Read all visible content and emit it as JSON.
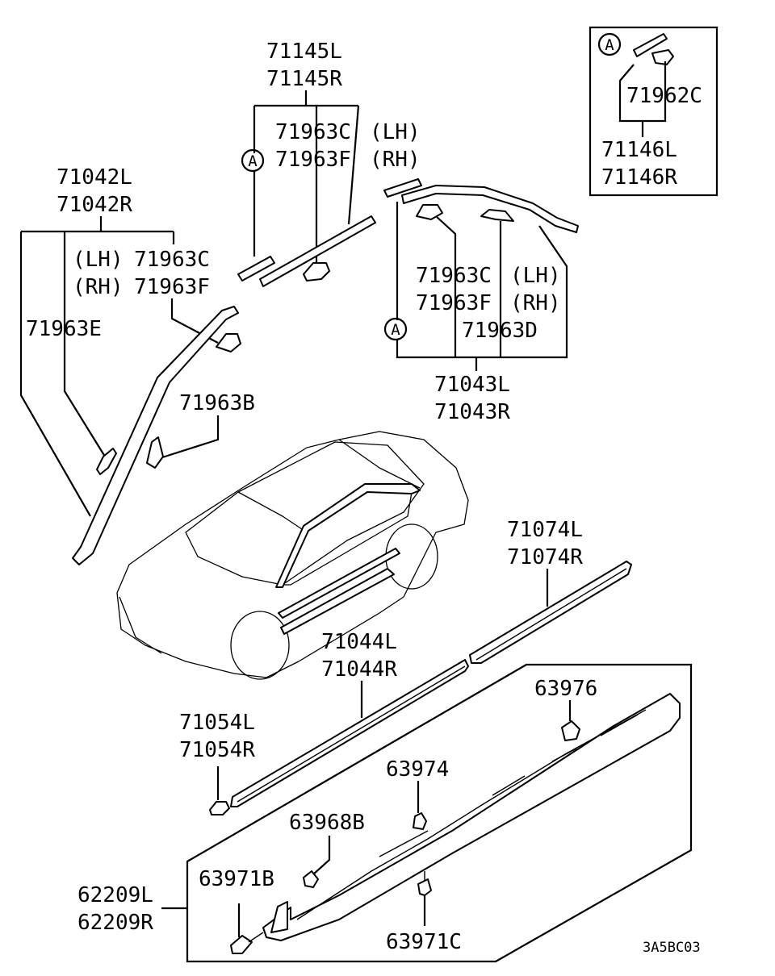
{
  "diagram_code": "3A5BC03",
  "inset": {
    "ref": "A",
    "clip": "71962C",
    "parts": [
      "71146L",
      "71146R"
    ]
  },
  "callouts": {
    "roof_rear": {
      "ref": "A",
      "parts": [
        "71145L",
        "71145R"
      ],
      "clip_lh": "71963C",
      "clip_rh": "71963F",
      "lh": "(LH)",
      "rh": "(RH)"
    },
    "pillar": {
      "parts": [
        "71042L",
        "71042R"
      ],
      "lh": "(LH)",
      "rh": "(RH)",
      "clip_lh": "71963C",
      "clip_rh": "71963F",
      "lower_clip": "71963E",
      "clip_b": "71963B"
    },
    "roof_front": {
      "ref": "A",
      "clip_lh": "71963C",
      "clip_rh": "71963F",
      "lh": "(LH)",
      "rh": "(RH)",
      "clip_d": "71963D",
      "parts": [
        "71043L",
        "71043R"
      ]
    },
    "door_rear": {
      "parts": [
        "71074L",
        "71074R"
      ]
    },
    "door_front": {
      "parts": [
        "71044L",
        "71044R"
      ]
    },
    "end_cap": {
      "parts": [
        "71054L",
        "71054R"
      ]
    },
    "side_sill": {
      "parts": [
        "62209L",
        "62209R"
      ],
      "fasteners": {
        "f1": "63976",
        "f2": "63974",
        "f3": "63968B",
        "f4": "63971B",
        "f5": "63971C"
      }
    }
  }
}
